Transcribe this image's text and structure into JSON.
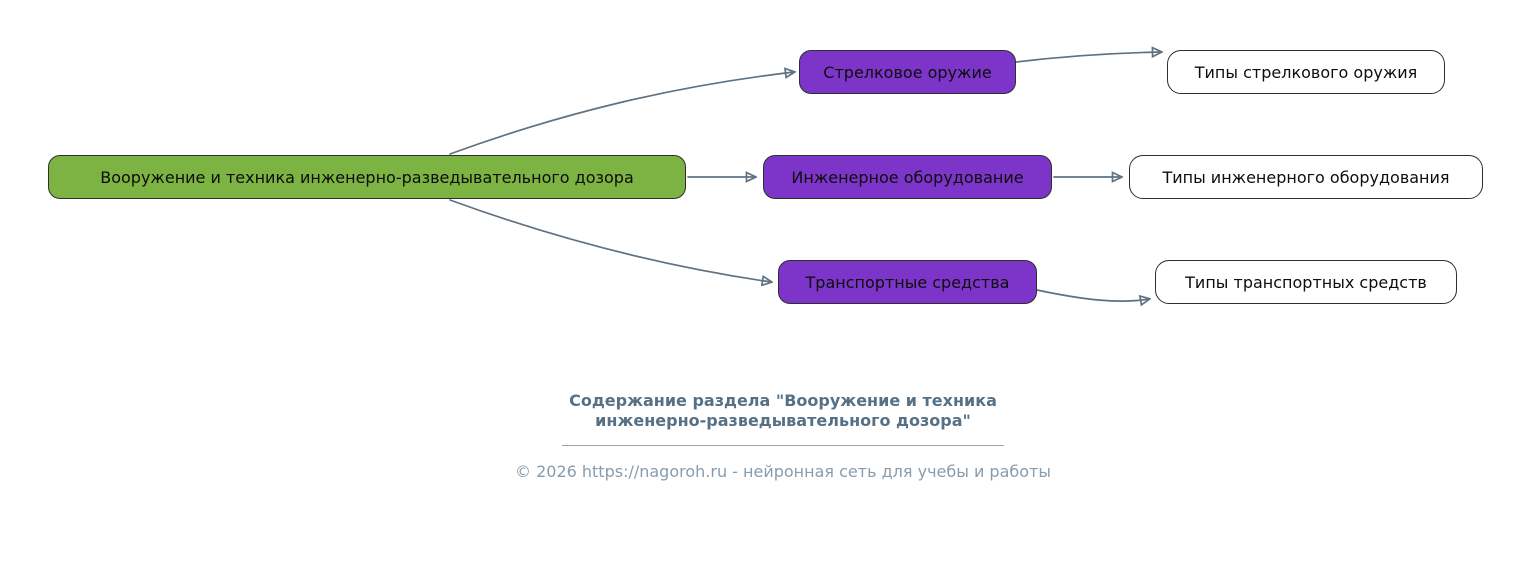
{
  "diagram": {
    "root": {
      "label": "Вооружение и техника инженерно-разведывательного дозора"
    },
    "branches": [
      {
        "label": "Стрелковое оружие",
        "child": "Типы стрелкового оружия"
      },
      {
        "label": "Инженерное оборудование",
        "child": "Типы инженерного оборудования"
      },
      {
        "label": "Транспортные средства",
        "child": "Типы транспортных средств"
      }
    ],
    "colors": {
      "root_fill": "#7cb342",
      "branch_fill": "#7c35c8",
      "leaf_fill": "#ffffff",
      "node_border": "#2e2e2e",
      "edge": "#5f7282",
      "caption": "#567085",
      "footer": "#879cad"
    }
  },
  "caption": {
    "line1": "Содержание раздела \"Вооружение и техника",
    "line2": "инженерно-разведывательного дозора\""
  },
  "footer": {
    "text": "© 2026 https://nagoroh.ru - нейронная сеть для учебы и работы"
  }
}
